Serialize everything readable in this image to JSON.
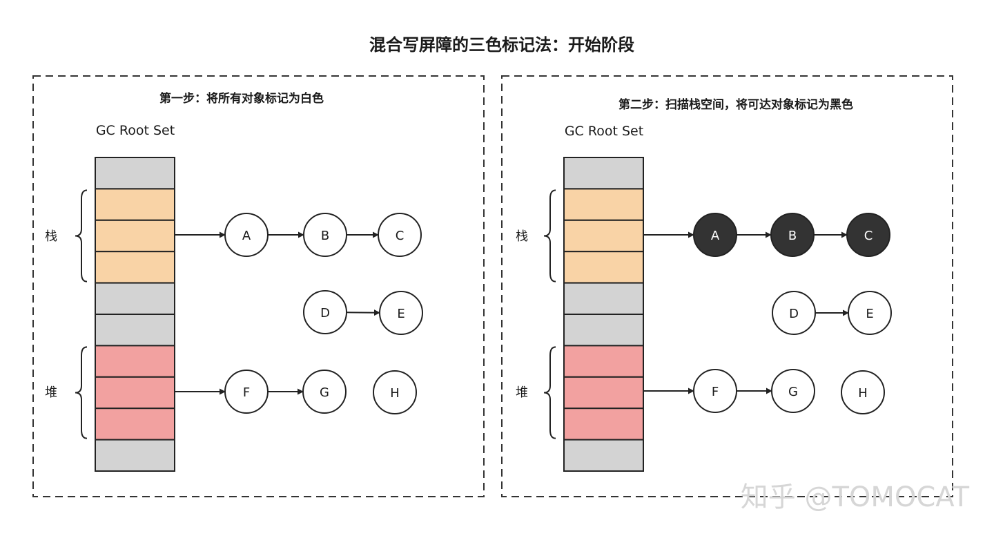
{
  "title": "混合写屏障的三色标记法：开始阶段",
  "watermark": "知乎 @TOMOCAT",
  "colors": {
    "empty_cell": "#d3d3d3",
    "stack_cell": "#f9d3a6",
    "heap_cell": "#f2a1a0",
    "white_node": "#ffffff",
    "black_node": "#333333",
    "stroke": "#222222",
    "dash": "#333333"
  },
  "panels": [
    {
      "step": "第一步：将所有对象标记为白色",
      "root_label": "GC Root Set",
      "stack_label": "栈",
      "heap_label": "堆",
      "cells": [
        "empty",
        "stack",
        "stack",
        "stack",
        "empty",
        "empty",
        "heap",
        "heap",
        "heap",
        "empty"
      ],
      "nodes": [
        {
          "id": "A",
          "color": "white"
        },
        {
          "id": "B",
          "color": "white"
        },
        {
          "id": "C",
          "color": "white"
        },
        {
          "id": "D",
          "color": "white"
        },
        {
          "id": "E",
          "color": "white"
        },
        {
          "id": "F",
          "color": "white"
        },
        {
          "id": "G",
          "color": "white"
        },
        {
          "id": "H",
          "color": "white"
        }
      ]
    },
    {
      "step": "第二步：扫描栈空间，将可达对象标记为黑色",
      "root_label": "GC Root Set",
      "stack_label": "栈",
      "heap_label": "堆",
      "cells": [
        "empty",
        "stack",
        "stack",
        "stack",
        "empty",
        "empty",
        "heap",
        "heap",
        "heap",
        "empty"
      ],
      "nodes": [
        {
          "id": "A",
          "color": "black"
        },
        {
          "id": "B",
          "color": "black"
        },
        {
          "id": "C",
          "color": "black"
        },
        {
          "id": "D",
          "color": "white"
        },
        {
          "id": "E",
          "color": "white"
        },
        {
          "id": "F",
          "color": "white"
        },
        {
          "id": "G",
          "color": "white"
        },
        {
          "id": "H",
          "color": "white"
        }
      ]
    }
  ]
}
